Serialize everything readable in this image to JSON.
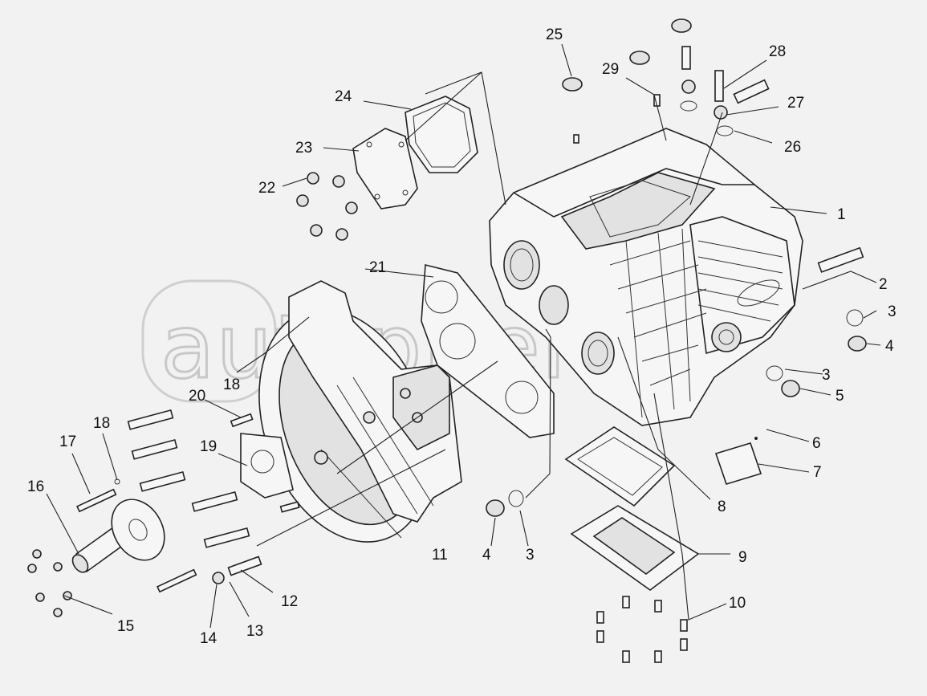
{
  "watermark": "autopiter.ru",
  "callouts": {
    "c1": "1",
    "c2": "2",
    "c3a": "3",
    "c3b": "3",
    "c3c": "3",
    "c4a": "4",
    "c4b": "4",
    "c5": "5",
    "c6": "6",
    "c7": "7",
    "c8": "8",
    "c9": "9",
    "c10": "10",
    "c11": "11",
    "c12": "12",
    "c13": "13",
    "c14": "14",
    "c15": "15",
    "c16": "16",
    "c17": "17",
    "c18a": "18",
    "c18b": "18",
    "c19": "19",
    "c20": "20",
    "c21": "21",
    "c22": "22",
    "c23": "23",
    "c24": "24",
    "c25": "25",
    "c26": "26",
    "c27": "27",
    "c28": "28",
    "c29": "29"
  }
}
